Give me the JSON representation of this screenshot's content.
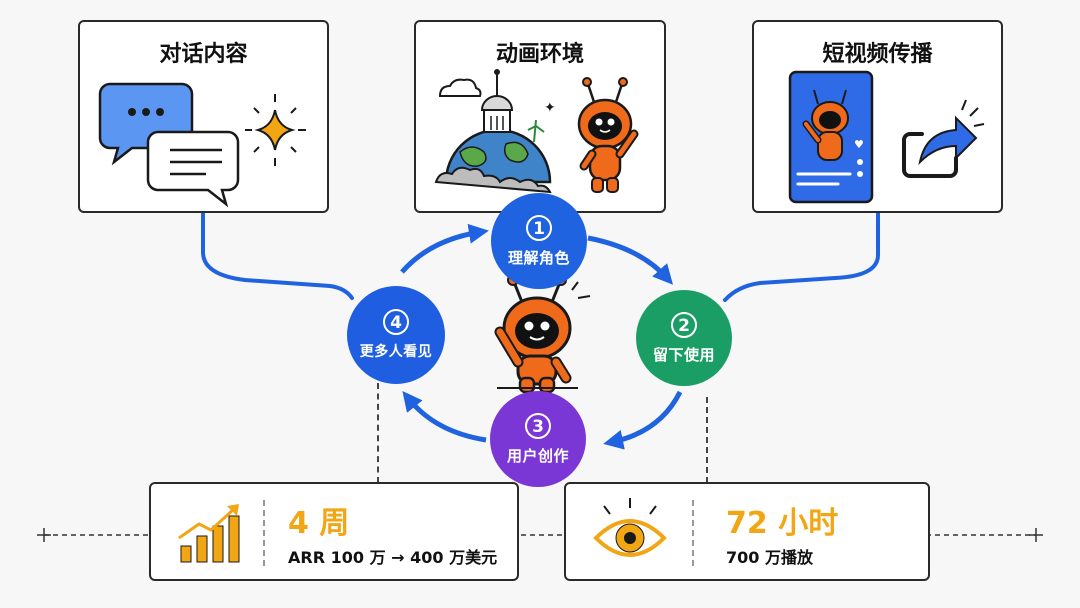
{
  "cards": {
    "dialog_title": "对话内容",
    "animation_title": "动画环境",
    "video_title": "短视频传播"
  },
  "cycle": [
    {
      "num": "1",
      "label": "理解角色",
      "color": "#1f63e0"
    },
    {
      "num": "2",
      "label": "留下使用",
      "color": "#1b9e66"
    },
    {
      "num": "3",
      "label": "用户创作",
      "color": "#7b37d6"
    },
    {
      "num": "4",
      "label": "更多人看见",
      "color": "#1f5ee0"
    }
  ],
  "stats": {
    "left_big": "4 周",
    "left_small": "ARR 100 万 → 400 万美元",
    "right_big": "72 小时",
    "right_small": "700 万播放"
  },
  "colors": {
    "arrow_blue": "#1f63e0",
    "accent_orange": "#f3a614",
    "mascot_orange": "#f06a1c"
  },
  "icons": [
    "chat-bubbles-icon",
    "sparkle-icon",
    "globe-icon",
    "mascot-icon",
    "phone-icon",
    "share-icon",
    "growth-chart-icon",
    "eye-icon"
  ]
}
